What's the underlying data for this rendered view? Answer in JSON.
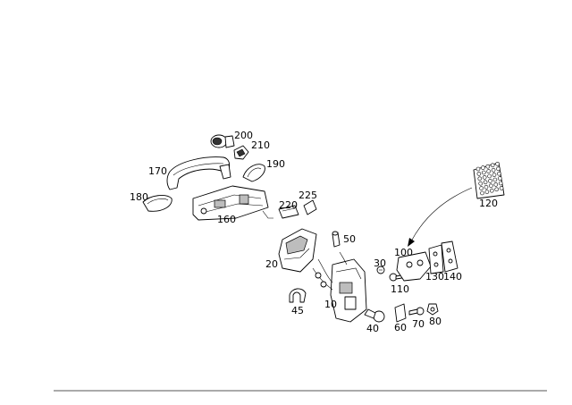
{
  "diagram": {
    "callouts": [
      {
        "id": "200",
        "text": "200"
      },
      {
        "id": "210",
        "text": "210"
      },
      {
        "id": "170",
        "text": "170"
      },
      {
        "id": "190",
        "text": "190"
      },
      {
        "id": "180",
        "text": "180"
      },
      {
        "id": "160",
        "text": "160"
      },
      {
        "id": "220",
        "text": "220"
      },
      {
        "id": "225",
        "text": "225"
      },
      {
        "id": "120",
        "text": "120"
      },
      {
        "id": "50",
        "text": "50"
      },
      {
        "id": "20",
        "text": "20"
      },
      {
        "id": "100",
        "text": "100"
      },
      {
        "id": "30",
        "text": "30"
      },
      {
        "id": "130",
        "text": "130"
      },
      {
        "id": "140",
        "text": "140"
      },
      {
        "id": "110",
        "text": "110"
      },
      {
        "id": "10",
        "text": "10"
      },
      {
        "id": "45",
        "text": "45"
      },
      {
        "id": "40",
        "text": "40"
      },
      {
        "id": "60",
        "text": "60"
      },
      {
        "id": "70",
        "text": "70"
      },
      {
        "id": "80",
        "text": "80"
      }
    ],
    "colors": {
      "line": "#000000",
      "background": "#ffffff",
      "divider": "#555555"
    }
  }
}
